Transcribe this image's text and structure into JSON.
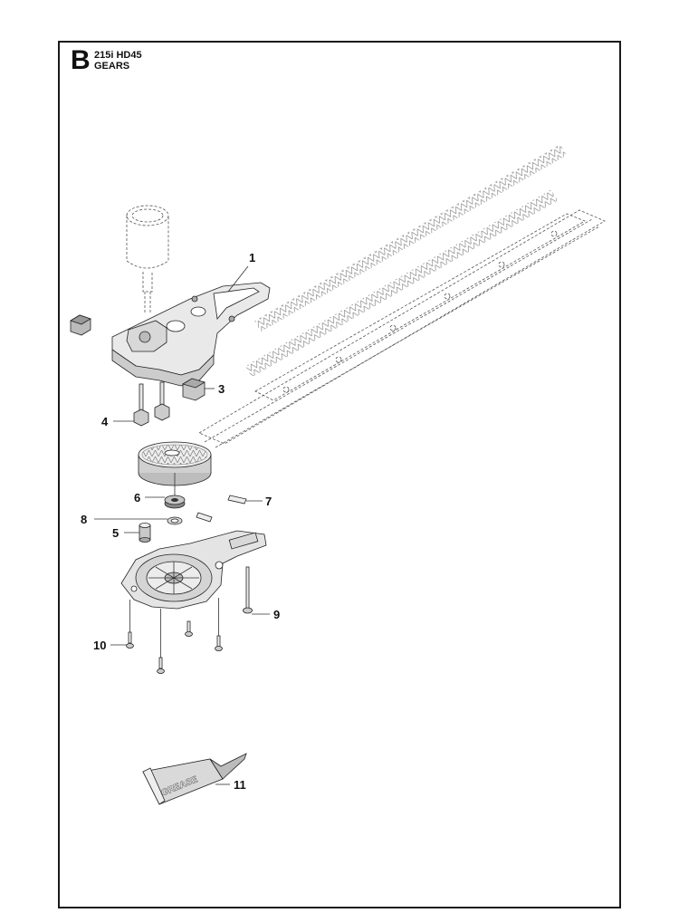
{
  "header": {
    "section_letter": "B",
    "model": "215i HD45",
    "section_title": "GEARS"
  },
  "callouts": [
    {
      "id": "1",
      "text": "1"
    },
    {
      "id": "3",
      "text": "3"
    },
    {
      "id": "4",
      "text": "4"
    },
    {
      "id": "5",
      "text": "5"
    },
    {
      "id": "6",
      "text": "6"
    },
    {
      "id": "7",
      "text": "7"
    },
    {
      "id": "8",
      "text": "8"
    },
    {
      "id": "9",
      "text": "9"
    },
    {
      "id": "10",
      "text": "10"
    },
    {
      "id": "11",
      "text": "11"
    }
  ],
  "grease_tube_text": "GREASE"
}
